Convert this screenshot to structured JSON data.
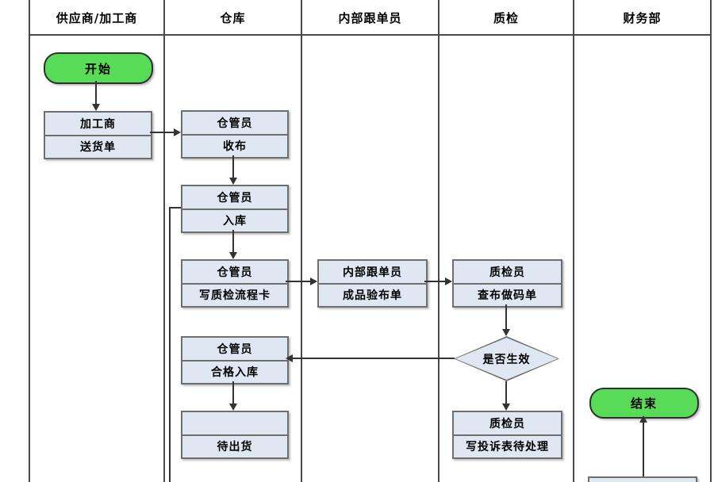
{
  "colors": {
    "terminator_fill": "#58DC58",
    "terminator_border": "#2F2F2F",
    "box_fill": "#DEE7F2",
    "box_border": "#6E6E6E",
    "line_color": "#333333",
    "lane_line_color": "#4A4A4A",
    "text_color": "#000000",
    "background": "#FFFFFF"
  },
  "lanes": [
    {
      "label": "供应商/加工商"
    },
    {
      "label": "仓库"
    },
    {
      "label": "内部跟单员"
    },
    {
      "label": "质检"
    },
    {
      "label": "财务部"
    }
  ],
  "nodes": {
    "start": {
      "type": "terminator",
      "label": "开始"
    },
    "delivery": {
      "type": "process",
      "role": "加工商",
      "action": "送货单"
    },
    "receive_cloth": {
      "type": "process",
      "role": "仓管员",
      "action": "收布"
    },
    "into_stock": {
      "type": "process",
      "role": "仓管员",
      "action": "入库"
    },
    "qc_flow_card": {
      "type": "process",
      "role": "仓管员",
      "action": "写质检流程卡"
    },
    "finished_inspect": {
      "type": "process",
      "role": "内部跟单员",
      "action": "成品验布单"
    },
    "check_code_sheet": {
      "type": "process",
      "role": "质检员",
      "action": "查布做码单"
    },
    "decision": {
      "type": "decision",
      "label": "是否生效"
    },
    "qualified_stock": {
      "type": "process",
      "role": "仓管员",
      "action": "合格入库"
    },
    "await_shipment": {
      "type": "process",
      "role": "",
      "action": "待出货"
    },
    "complaint_form": {
      "type": "process",
      "role": "质检员",
      "action": "写投诉表待处理"
    },
    "end": {
      "type": "terminator",
      "label": "结束"
    },
    "bottom_cutoff": {
      "type": "process",
      "role": "",
      "action": ""
    }
  },
  "flow": [
    {
      "from": "start",
      "to": "delivery"
    },
    {
      "from": "delivery",
      "to": "receive_cloth"
    },
    {
      "from": "receive_cloth",
      "to": "into_stock"
    },
    {
      "from": "into_stock",
      "to": "qc_flow_card"
    },
    {
      "from": "into_stock",
      "to": "offscreen-bottom"
    },
    {
      "from": "qc_flow_card",
      "to": "finished_inspect"
    },
    {
      "from": "finished_inspect",
      "to": "check_code_sheet"
    },
    {
      "from": "check_code_sheet",
      "to": "decision"
    },
    {
      "from": "decision",
      "to": "qualified_stock"
    },
    {
      "from": "decision",
      "to": "complaint_form"
    },
    {
      "from": "qualified_stock",
      "to": "await_shipment"
    },
    {
      "from": "bottom_cutoff",
      "to": "end"
    }
  ]
}
